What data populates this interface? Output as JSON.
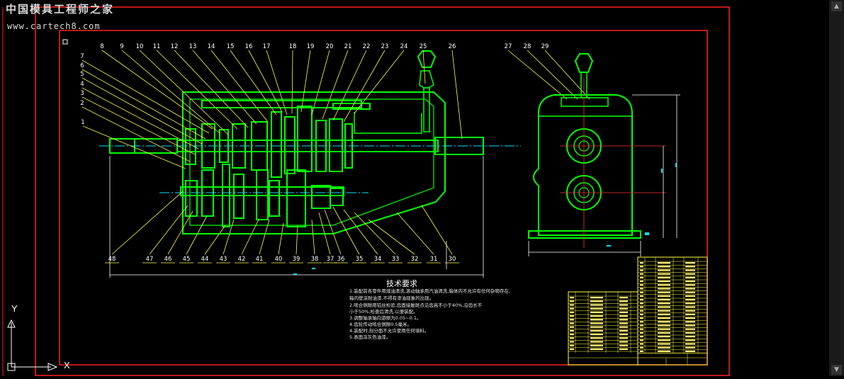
{
  "watermark": {
    "line1": "中国模具工程师之家",
    "line2": "www.cartech8.com"
  },
  "ucs": {
    "x_label": "X",
    "y_label": "Y"
  },
  "part_numbers": [
    "1",
    "2",
    "3",
    "4",
    "5",
    "6",
    "7",
    "8",
    "9",
    "10",
    "11",
    "12",
    "13",
    "14",
    "15",
    "16",
    "17",
    "18",
    "19",
    "20",
    "21",
    "22",
    "23",
    "24",
    "25",
    "26",
    "27",
    "28",
    "29",
    "30",
    "31",
    "32",
    "33",
    "34",
    "35",
    "36",
    "37",
    "38",
    "39",
    "40",
    "41",
    "42",
    "43",
    "44",
    "45",
    "46",
    "47",
    "48"
  ],
  "technical_requirements": {
    "title": "技术要求",
    "lines": [
      "1.装配前各零件用煤油清洗,滚动轴承用汽油清洗,箱体内不允许有任何杂物存在,",
      "  箱内壁涂耐油漆,不得有渗油现象的出现。",
      "2.啮合侧隙用铅丝检验,齿面接触斑点沿齿高不小于40%,沿齿长不",
      "  小于50%,检查后清洗,以便装配。",
      "3.调整轴承轴向游隙为0.05~0.1。",
      "4.齿轮传动啮合侧隙0.5毫米。",
      "4.装配时,剖分面不允许使用任何填料。",
      "5.表面涂灰色油漆。"
    ]
  },
  "colors": {
    "background": "#000000",
    "drawing": "#00ff00",
    "border": "#ff0000",
    "leader": "#ffff00",
    "center": "#00ffff",
    "dimension": "#ffffff"
  }
}
